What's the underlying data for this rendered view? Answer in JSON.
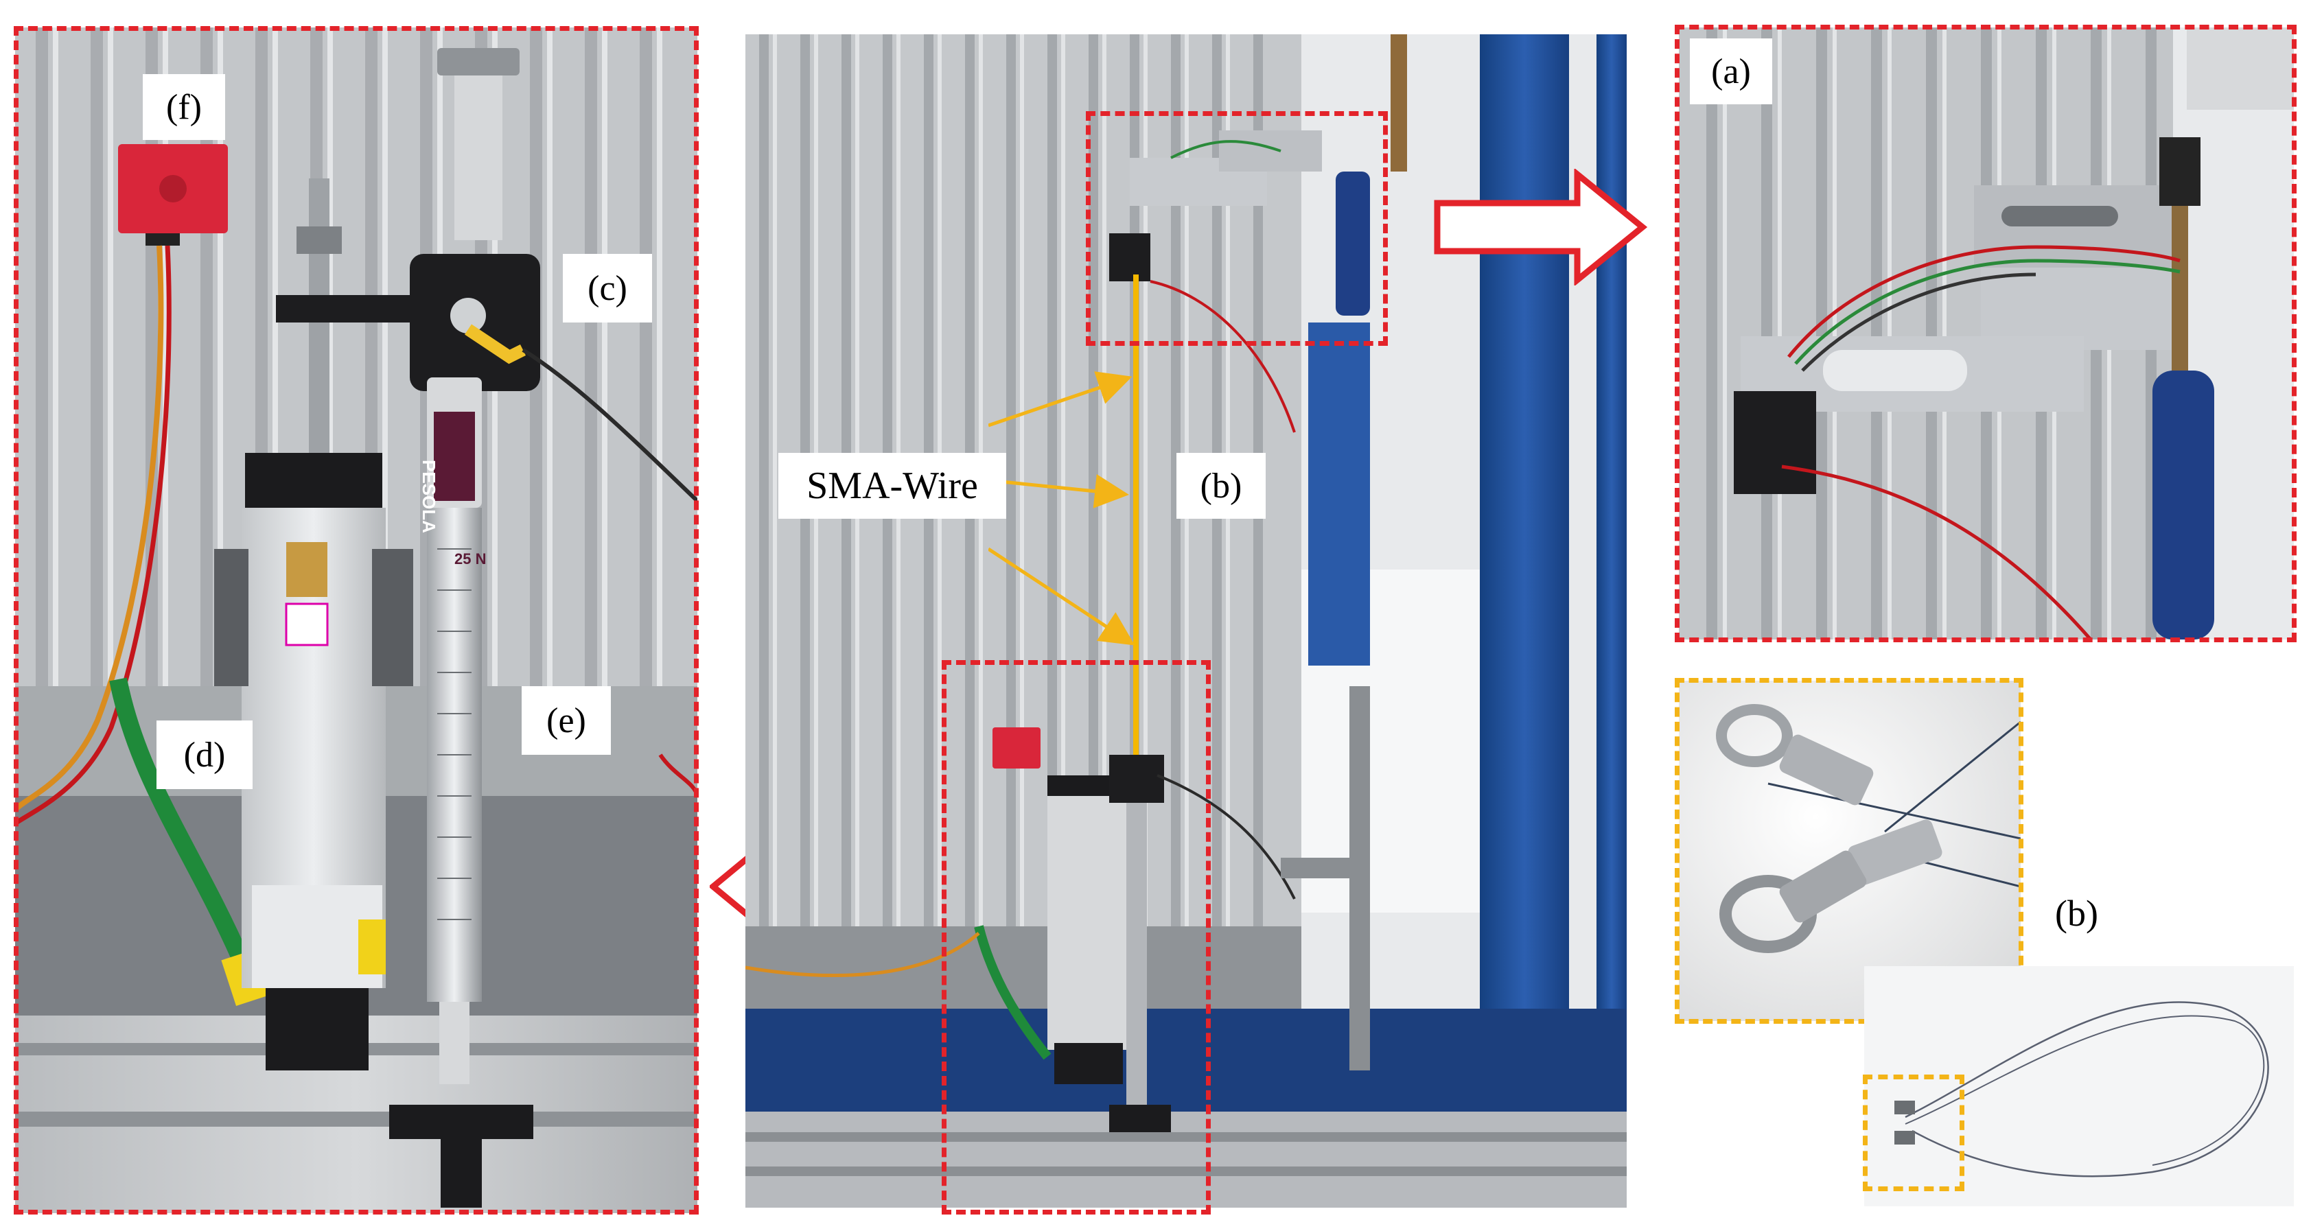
{
  "labels": {
    "a": "(a)",
    "b_center": "(b)",
    "b_right": "(b)",
    "c": "(c)",
    "d": "(d)",
    "e": "(e)",
    "f": "(f)",
    "sma_wire": "SMA-Wire"
  },
  "device_text": {
    "gauge_brand": "PESOLA",
    "gauge_range": "25 N"
  },
  "colors": {
    "highlight_red": "#e3232a",
    "highlight_amber": "#f3b417",
    "arrow_outline": "#e3232a",
    "sma_wire": "#f5b800",
    "rail_aluminium": "#c9ccd0",
    "blue_frame": "#1f4fa0"
  },
  "icons": {
    "right_arrow": "right-arrow-icon",
    "left_arrow": "left-arrow-icon"
  }
}
